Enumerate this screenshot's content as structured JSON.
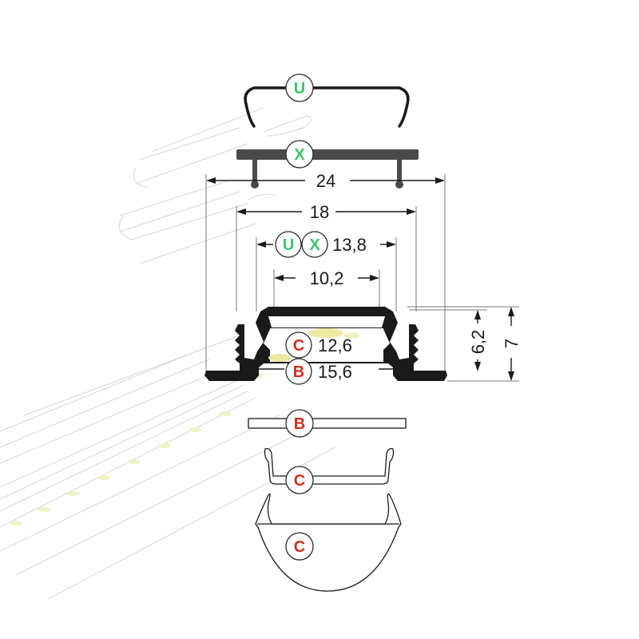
{
  "dimensions": {
    "outer_width": "24",
    "mid_width": "18",
    "cover_width": "13,8",
    "inner_width": "10,2",
    "c_width": "12,6",
    "b_width": "15,6",
    "depth_inner": "6,2",
    "depth_total": "7"
  },
  "badges": {
    "u": "U",
    "x": "X",
    "b": "B",
    "c": "C"
  },
  "colors": {
    "green": "#3cc46a",
    "red": "#d1301f",
    "profile": "#1a1a1a",
    "cover_x": "#4a4a4a",
    "ghost": "#d6d6d6"
  }
}
